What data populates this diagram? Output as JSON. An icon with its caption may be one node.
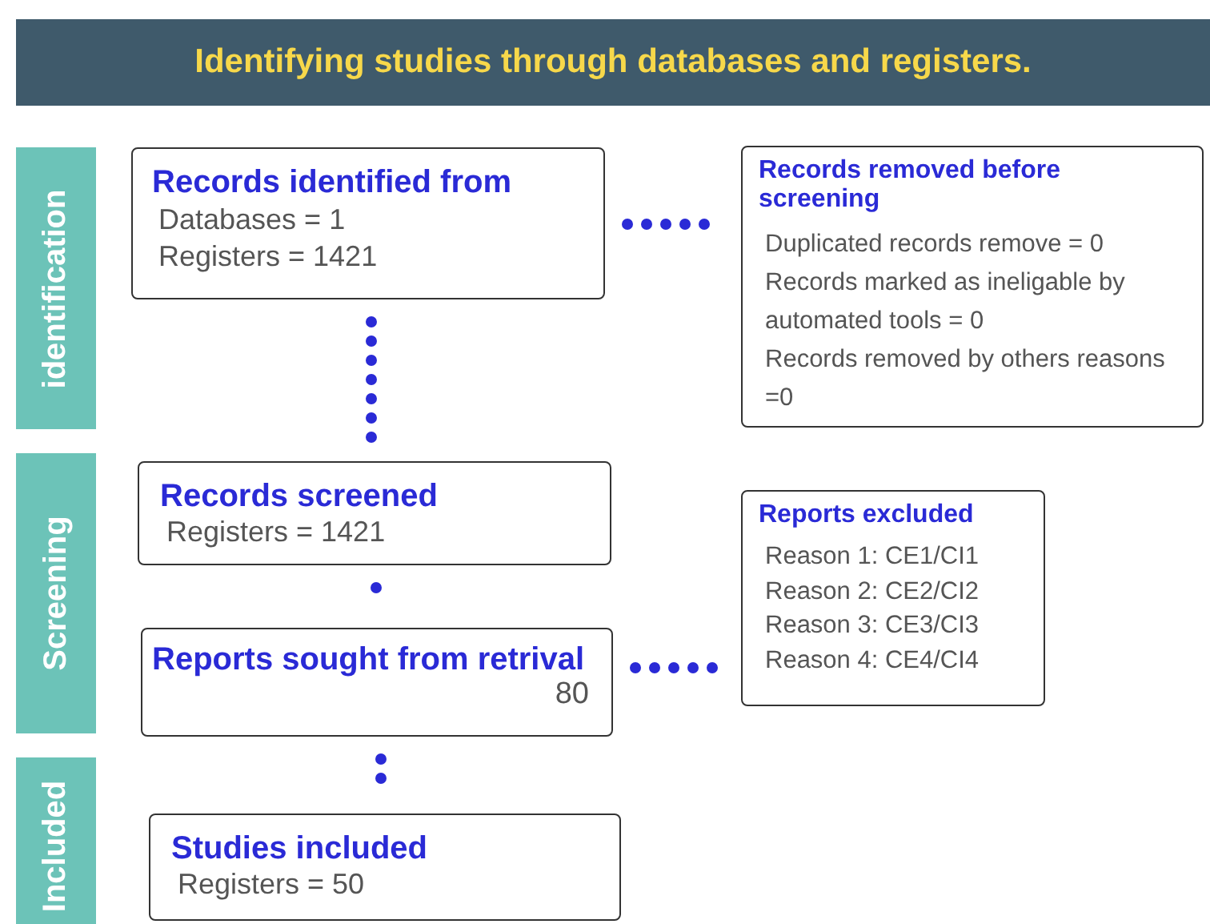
{
  "diagram": {
    "title": "Identifying studies through databases and registers.",
    "nodes": [
      {
        "text": [
          "identification"
        ]
      },
      {
        "text": [
          "Records identified from",
          "Databases = 1",
          "Registers = 1421"
        ]
      },
      {
        "text": [
          "Records removed before screening",
          "Duplicated records remove = 0",
          "Records marked as ineligable by automated tools = 0",
          "Records removed by others reasons =0"
        ]
      },
      {
        "text": [
          "Screening"
        ]
      },
      {
        "text": [
          "Records screened",
          "Registers = 1421"
        ]
      },
      {
        "text": [
          "Reports sought from retrival",
          "80"
        ]
      },
      {
        "text": [
          "Reports excluded",
          "Reason 1: CE1/CI1",
          "Reason 2: CE2/CI2",
          "Reason 3: CE3/CI3",
          "Reason 4: CE4/CI4"
        ]
      },
      {
        "text": [
          "Included"
        ]
      },
      {
        "text": [
          "Studies included",
          "Registers = 50"
        ]
      }
    ],
    "edges": [
      {
        "from": 1,
        "to": 2,
        "arrow": "none"
      },
      {
        "from": 1,
        "to": 4,
        "arrow": "none"
      },
      {
        "from": 4,
        "to": 5,
        "arrow": "none"
      },
      {
        "from": 5,
        "to": 6,
        "arrow": "none"
      },
      {
        "from": 5,
        "to": 8,
        "arrow": "none"
      }
    ]
  }
}
